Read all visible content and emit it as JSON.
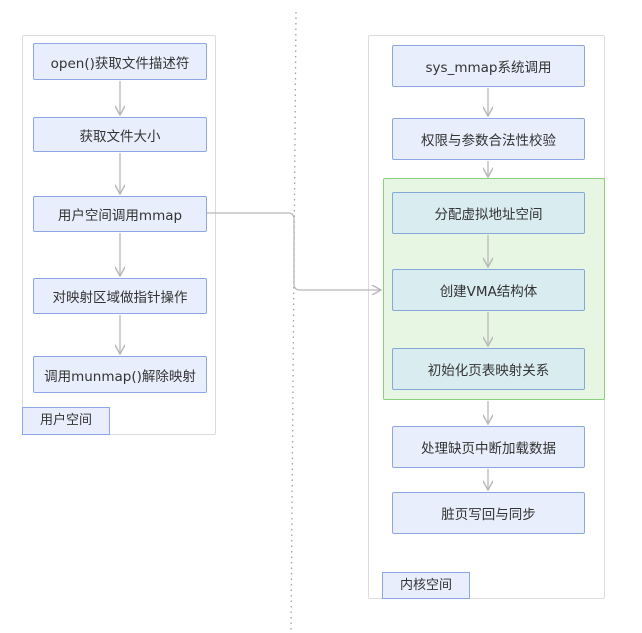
{
  "user_space": {
    "label": "用户空间",
    "steps": [
      "open()获取文件描述符",
      "获取文件大小",
      "用户空间调用mmap",
      "对映射区域做指针操作",
      "调用munmap()解除映射"
    ]
  },
  "kernel_space": {
    "label": "内核空间",
    "steps": [
      "sys_mmap系统调用",
      "权限与参数合法性校验",
      "分配虚拟地址空间",
      "创建VMA结构体",
      "初始化页表映射关系",
      "处理缺页中断加载数据",
      "脏页写回与同步"
    ],
    "highlighted_steps": [
      2,
      3,
      4
    ]
  },
  "colors": {
    "node_fill": "#e8eefb",
    "node_border": "#8ea6e6",
    "highlight_fill": "#e6f6e2",
    "highlight_border": "#86d17a",
    "connector": "#b8b8b8",
    "divider": "#a0a0a0"
  }
}
